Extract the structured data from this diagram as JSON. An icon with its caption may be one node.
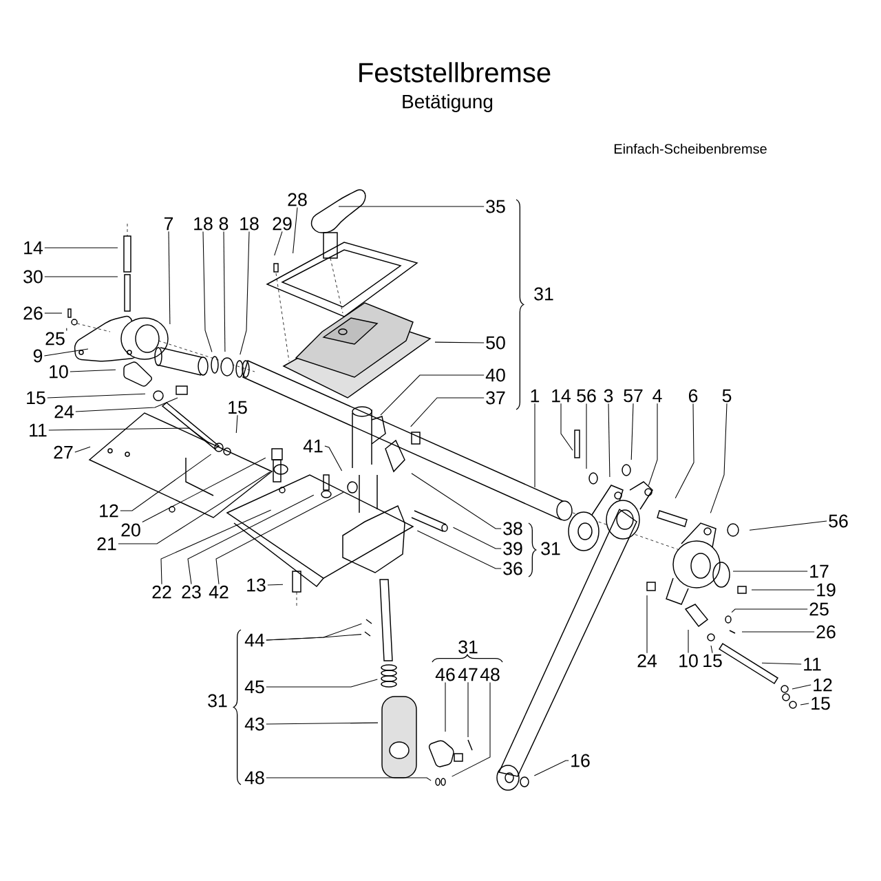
{
  "diagram": {
    "title": "Feststellbremse",
    "nodes": [
      {
        "text": [
          "14"
        ]
      },
      {
        "text": [
          "30"
        ]
      },
      {
        "text": [
          "28"
        ]
      },
      {
        "text": [
          "29"
        ]
      },
      {
        "text": [
          "7"
        ]
      },
      {
        "text": [
          "18"
        ]
      },
      {
        "text": [
          "8"
        ]
      },
      {
        "text": [
          "18"
        ]
      },
      {
        "text": [
          "35"
        ]
      },
      {
        "text": [
          "26"
        ]
      },
      {
        "text": [
          "25"
        ]
      },
      {
        "text": [
          "9"
        ]
      },
      {
        "text": [
          "50"
        ]
      },
      {
        "text": [
          "10"
        ]
      },
      {
        "text": [
          "40"
        ]
      },
      {
        "text": [
          "15"
        ]
      },
      {
        "text": [
          "37"
        ]
      },
      {
        "text": [
          "1"
        ]
      },
      {
        "text": [
          "14"
        ]
      },
      {
        "text": [
          "56"
        ]
      },
      {
        "text": [
          "3"
        ]
      },
      {
        "text": [
          "57"
        ]
      },
      {
        "text": [
          "4"
        ]
      },
      {
        "text": [
          "6"
        ]
      },
      {
        "text": [
          "5"
        ]
      },
      {
        "text": [
          "24"
        ]
      },
      {
        "text": [
          "15"
        ]
      },
      {
        "text": [
          "11"
        ]
      },
      {
        "text": [
          "27"
        ]
      },
      {
        "text": [
          "41"
        ]
      },
      {
        "text": [
          "12"
        ]
      },
      {
        "text": [
          "38"
        ]
      },
      {
        "text": [
          "56"
        ]
      },
      {
        "text": [
          "20"
        ]
      },
      {
        "text": [
          "21"
        ]
      },
      {
        "text": [
          "39"
        ]
      },
      {
        "text": [
          "36"
        ]
      },
      {
        "text": [
          "17"
        ]
      },
      {
        "text": [
          "13"
        ]
      },
      {
        "text": [
          "19"
        ]
      },
      {
        "text": [
          "22"
        ]
      },
      {
        "text": [
          "23"
        ]
      },
      {
        "text": [
          "42"
        ]
      },
      {
        "text": [
          "25"
        ]
      },
      {
        "text": [
          "26"
        ]
      },
      {
        "text": [
          "44"
        ]
      },
      {
        "text": [
          "24"
        ]
      },
      {
        "text": [
          "10"
        ]
      },
      {
        "text": [
          "15"
        ]
      },
      {
        "text": [
          "11"
        ]
      },
      {
        "text": [
          "46"
        ]
      },
      {
        "text": [
          "47"
        ]
      },
      {
        "text": [
          "48"
        ]
      },
      {
        "text": [
          "12"
        ]
      },
      {
        "text": [
          "45"
        ]
      },
      {
        "text": [
          "15"
        ]
      },
      {
        "text": [
          "43"
        ]
      },
      {
        "text": [
          "16"
        ]
      },
      {
        "text": [
          "48"
        ]
      }
    ],
    "edges": [
      {
        "from": 0,
        "to": null,
        "arrow": "none"
      },
      {
        "from": 1,
        "to": null,
        "arrow": "none"
      },
      {
        "from": 2,
        "to": null,
        "arrow": "none"
      },
      {
        "from": 3,
        "to": null,
        "arrow": "none"
      },
      {
        "from": 4,
        "to": null,
        "arrow": "none"
      },
      {
        "from": 5,
        "to": null,
        "arrow": "none"
      },
      {
        "from": 6,
        "to": null,
        "arrow": "none"
      },
      {
        "from": 7,
        "to": null,
        "arrow": "none"
      },
      {
        "from": 8,
        "to": null,
        "arrow": "none"
      },
      {
        "from": 9,
        "to": null,
        "arrow": "none"
      },
      {
        "from": 10,
        "to": null,
        "arrow": "none"
      },
      {
        "from": 11,
        "to": null,
        "arrow": "none"
      },
      {
        "from": 12,
        "to": null,
        "arrow": "none"
      },
      {
        "from": 13,
        "to": null,
        "arrow": "none"
      },
      {
        "from": 14,
        "to": null,
        "arrow": "none"
      },
      {
        "from": 15,
        "to": null,
        "arrow": "none"
      },
      {
        "from": 16,
        "to": null,
        "arrow": "none"
      },
      {
        "from": 17,
        "to": null,
        "arrow": "none"
      },
      {
        "from": 18,
        "to": null,
        "arrow": "none"
      },
      {
        "from": 19,
        "to": null,
        "arrow": "none"
      },
      {
        "from": 20,
        "to": null,
        "arrow": "none"
      },
      {
        "from": 21,
        "to": null,
        "arrow": "none"
      },
      {
        "from": 22,
        "to": null,
        "arrow": "none"
      },
      {
        "from": 23,
        "to": null,
        "arrow": "none"
      },
      {
        "from": 24,
        "to": null,
        "arrow": "none"
      },
      {
        "from": 25,
        "to": null,
        "arrow": "none"
      },
      {
        "from": 26,
        "to": null,
        "arrow": "none"
      },
      {
        "from": 27,
        "to": null,
        "arrow": "none"
      },
      {
        "from": 28,
        "to": null,
        "arrow": "none"
      },
      {
        "from": 29,
        "to": null,
        "arrow": "none"
      },
      {
        "from": 30,
        "to": null,
        "arrow": "none"
      },
      {
        "from": 31,
        "to": null,
        "arrow": "none"
      },
      {
        "from": 32,
        "to": null,
        "arrow": "none"
      },
      {
        "from": 33,
        "to": null,
        "arrow": "none"
      },
      {
        "from": 34,
        "to": null,
        "arrow": "none"
      },
      {
        "from": 35,
        "to": null,
        "arrow": "none"
      },
      {
        "from": 36,
        "to": null,
        "arrow": "none"
      },
      {
        "from": 37,
        "to": null,
        "arrow": "none"
      },
      {
        "from": 38,
        "to": null,
        "arrow": "none"
      },
      {
        "from": 39,
        "to": null,
        "arrow": "none"
      },
      {
        "from": 40,
        "to": null,
        "arrow": "none"
      },
      {
        "from": 41,
        "to": null,
        "arrow": "none"
      },
      {
        "from": 42,
        "to": null,
        "arrow": "none"
      },
      {
        "from": 43,
        "to": null,
        "arrow": "none"
      },
      {
        "from": 44,
        "to": null,
        "arrow": "none"
      },
      {
        "from": 45,
        "to": null,
        "arrow": "none"
      },
      {
        "from": 45,
        "to": null,
        "arrow": "none"
      },
      {
        "from": 46,
        "to": null,
        "arrow": "none"
      },
      {
        "from": 47,
        "to": null,
        "arrow": "none"
      },
      {
        "from": 48,
        "to": null,
        "arrow": "none"
      },
      {
        "from": 49,
        "to": null,
        "arrow": "none"
      },
      {
        "from": 50,
        "to": null,
        "arrow": "none"
      },
      {
        "from": 51,
        "to": null,
        "arrow": "none"
      },
      {
        "from": 52,
        "to": null,
        "arrow": "none"
      },
      {
        "from": 53,
        "to": null,
        "arrow": "none"
      },
      {
        "from": 54,
        "to": null,
        "arrow": "none"
      },
      {
        "from": 55,
        "to": null,
        "arrow": "none"
      },
      {
        "from": 56,
        "to": null,
        "arrow": "none"
      },
      {
        "from": 57,
        "to": null,
        "arrow": "none"
      },
      {
        "from": 58,
        "to": null,
        "arrow": "none"
      }
    ],
    "labels": [
      "Betätigung",
      "Einfach-Scheibenbremse",
      "31",
      "31",
      "31",
      "31"
    ]
  }
}
